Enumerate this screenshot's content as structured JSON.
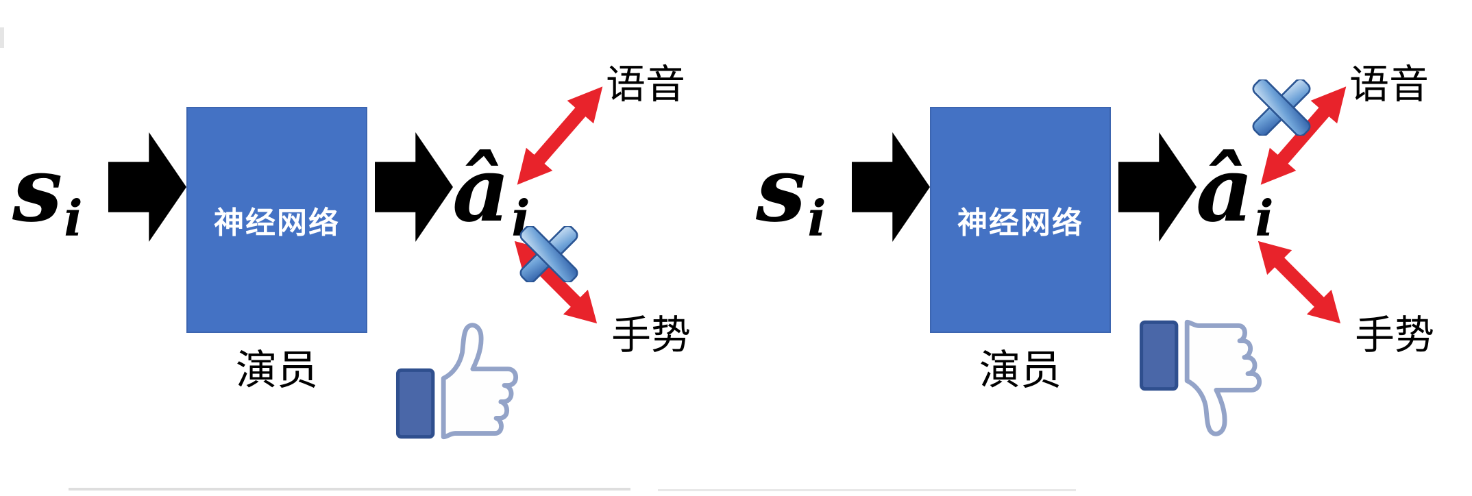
{
  "colors": {
    "box_blue": "#4472c4",
    "arrow_black": "#000000",
    "arrow_red": "#e8232b",
    "cross_blue": "#4a7fc1",
    "thumb_cuff_blue": "#4a67a8"
  },
  "panels": [
    {
      "input": {
        "base": "s",
        "sub": "i"
      },
      "box_label": "神经网络",
      "caption": "演员",
      "output": {
        "base": "â",
        "sub": "i"
      },
      "options": [
        {
          "label": "语音",
          "crossed": false
        },
        {
          "label": "手势",
          "crossed": true
        }
      ],
      "feedback_icon": "thumbs-up"
    },
    {
      "input": {
        "base": "s",
        "sub": "i"
      },
      "box_label": "神经网络",
      "caption": "演员",
      "output": {
        "base": "â",
        "sub": "i"
      },
      "options": [
        {
          "label": "语音",
          "crossed": true
        },
        {
          "label": "手势",
          "crossed": false
        }
      ],
      "feedback_icon": "thumbs-down"
    }
  ]
}
